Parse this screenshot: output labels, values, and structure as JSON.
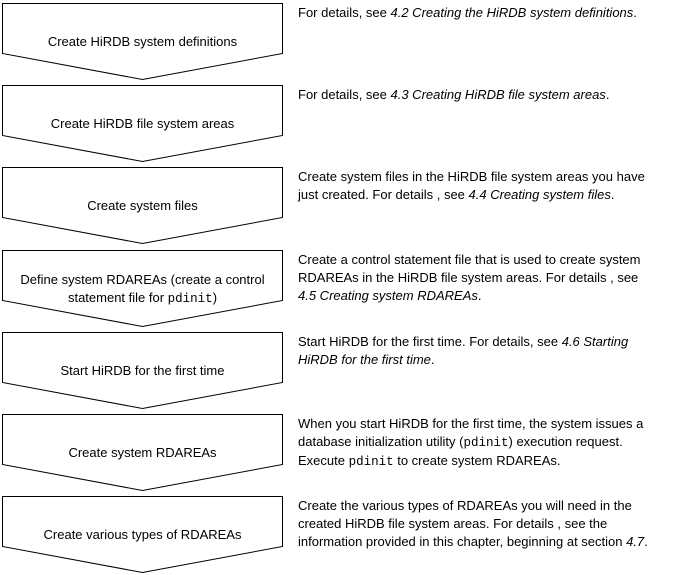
{
  "figure": {
    "background_color": "#ffffff",
    "line_color": "#000000",
    "text_color": "#000000"
  },
  "steps": [
    {
      "label": [
        {
          "t": "Create HiRDB system definitions"
        }
      ],
      "desc": [
        {
          "t": "For details, see "
        },
        {
          "t": "4.2 Creating the HiRDB system definitions",
          "s": "italic"
        },
        {
          "t": "."
        }
      ]
    },
    {
      "label": [
        {
          "t": "Create HiRDB file system areas"
        }
      ],
      "desc": [
        {
          "t": "For details, see "
        },
        {
          "t": "4.3 Creating HiRDB file system areas",
          "s": "italic"
        },
        {
          "t": "."
        }
      ]
    },
    {
      "label": [
        {
          "t": "Create system files"
        }
      ],
      "desc": [
        {
          "t": "Create system files in the HiRDB file system areas you have"
        },
        {
          "br": true
        },
        {
          "t": "just created. For details , see "
        },
        {
          "t": "4.4 Creating system files",
          "s": "italic"
        },
        {
          "t": "."
        }
      ]
    },
    {
      "label": [
        {
          "t": "Define system RDAREAs (create a control"
        },
        {
          "br": true
        },
        {
          "t": "statement file for "
        },
        {
          "t": "pdinit",
          "s": "mono"
        },
        {
          "t": ")"
        }
      ],
      "desc": [
        {
          "t": "Create a control statement file that is used to create system"
        },
        {
          "br": true
        },
        {
          "t": "RDAREAs in the HiRDB file system areas. For details , see"
        },
        {
          "br": true
        },
        {
          "t": "4.5 Creating system RDAREAs",
          "s": "italic"
        },
        {
          "t": "."
        }
      ]
    },
    {
      "label": [
        {
          "t": "Start HiRDB for the first time"
        }
      ],
      "desc": [
        {
          "t": "Start HiRDB for the first time. For details, see "
        },
        {
          "t": "4.6 Starting",
          "s": "italic"
        },
        {
          "br": true
        },
        {
          "t": "HiRDB for the first time",
          "s": "italic"
        },
        {
          "t": "."
        }
      ]
    },
    {
      "label": [
        {
          "t": "Create system RDAREAs"
        }
      ],
      "desc": [
        {
          "t": "When you start HiRDB for the first time, the system issues a"
        },
        {
          "br": true
        },
        {
          "t": "database initialization utility ("
        },
        {
          "t": "pdinit",
          "s": "mono"
        },
        {
          "t": ") execution request."
        },
        {
          "br": true
        },
        {
          "t": "Execute "
        },
        {
          "t": "pdinit",
          "s": "mono"
        },
        {
          "t": " to create system RDAREAs."
        }
      ]
    },
    {
      "label": [
        {
          "t": "Create various types of RDAREAs"
        }
      ],
      "desc": [
        {
          "t": "Create the various types of RDAREAs you will need in the"
        },
        {
          "br": true
        },
        {
          "t": "created HiRDB file system areas. For details , see the"
        },
        {
          "br": true
        },
        {
          "t": "information provided in this chapter, beginning at section "
        },
        {
          "t": "4.7",
          "s": "italic"
        },
        {
          "t": "."
        }
      ]
    }
  ]
}
